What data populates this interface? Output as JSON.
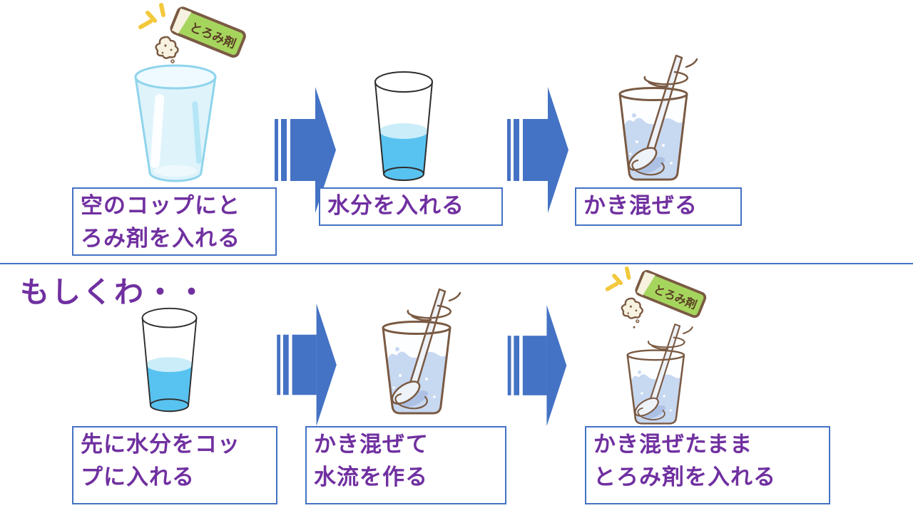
{
  "slide": {
    "heading": "もしくわ・・",
    "packet_label": "とろみ剤",
    "colors": {
      "accent_blue": "#4472C4",
      "text_purple": "#7030A0",
      "water_blue": "#58C3F0",
      "water_surface": "#CBEDFA",
      "glass_outline": "#2D2D2D",
      "cartoon_brown": "#7A5A43",
      "cartoon_water": "#C7D8F1",
      "packet_green": "#A6D55E",
      "sparkle_yellow": "#F2C83C",
      "pale_glass": "#DFF3FB",
      "pale_glass_stroke": "#8FD4EC"
    },
    "icons": {
      "flow_arrow": "striped-right-arrow",
      "step1_top": "thickener-packet-pouring-into-empty-cup",
      "step2_top": "half-filled-water-cup",
      "step3_top": "cup-stirred-with-spoon",
      "step1_bottom": "half-filled-water-cup",
      "step2_bottom": "cup-stirred-with-spoon",
      "step3_bottom": "thickener-packet-pouring-into-stirred-cup"
    },
    "top_flow": {
      "steps": [
        {
          "label_lines": [
            "空のコップにと",
            "ろみ剤を入れる"
          ]
        },
        {
          "label_lines": [
            "水分を入れる"
          ]
        },
        {
          "label_lines": [
            "かき混ぜる"
          ]
        }
      ]
    },
    "bottom_flow": {
      "steps": [
        {
          "label_lines": [
            "先に水分をコッ",
            "プに入れる"
          ]
        },
        {
          "label_lines": [
            "かき混ぜて",
            "水流を作る"
          ]
        },
        {
          "label_lines": [
            "かき混ぜたまま",
            "とろみ剤を入れる"
          ]
        }
      ]
    }
  }
}
